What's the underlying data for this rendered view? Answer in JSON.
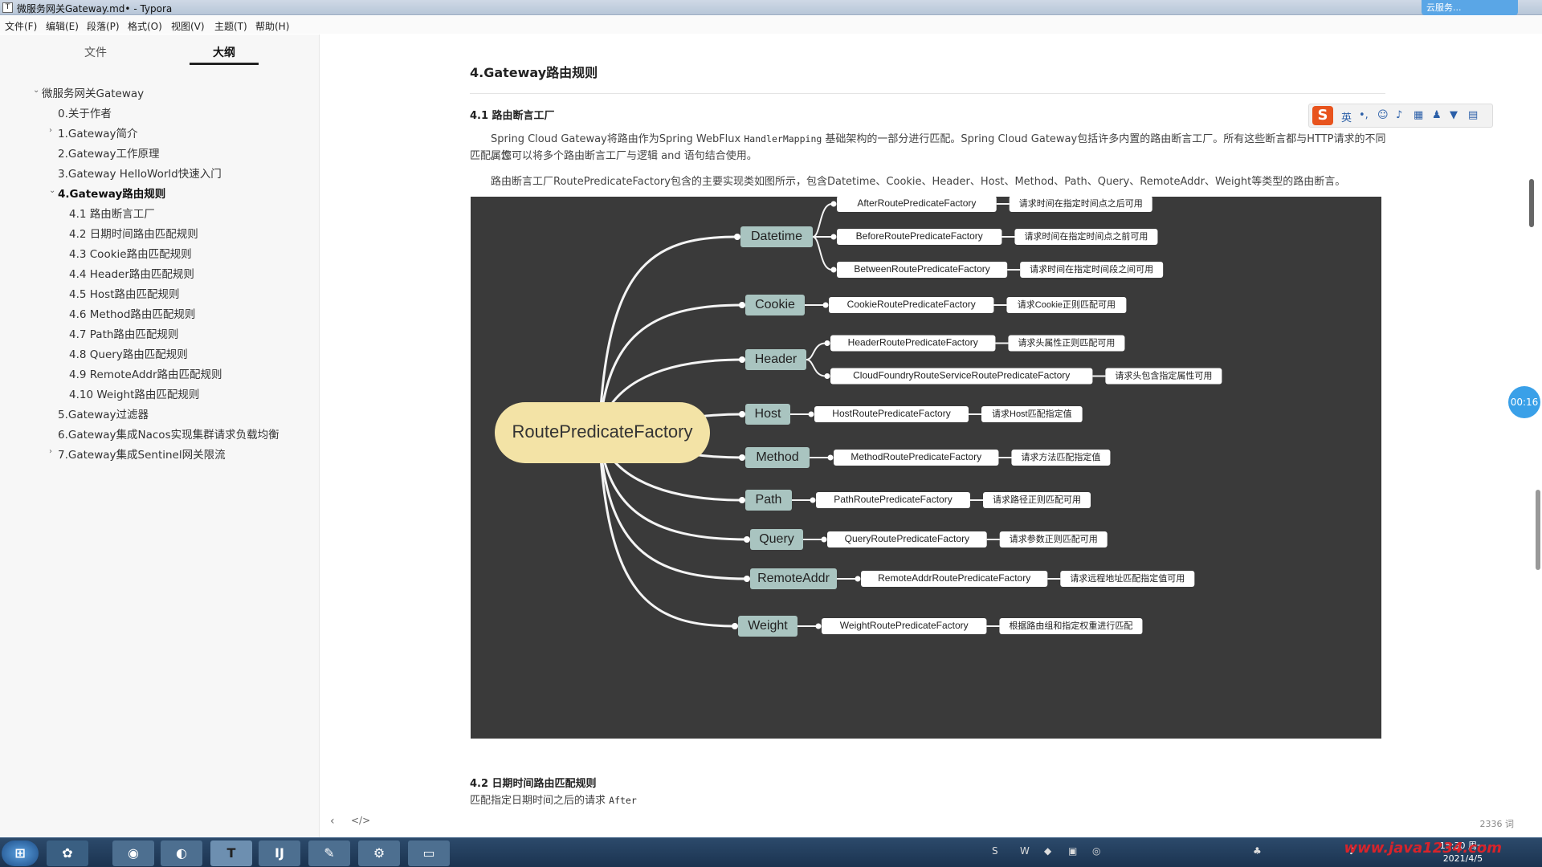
{
  "window": {
    "title": "微服务网关Gateway.md• - Typora",
    "app_icon": "T",
    "cloud_label": "云服务..."
  },
  "menu": [
    "文件(F)",
    "编辑(E)",
    "段落(P)",
    "格式(O)",
    "视图(V)",
    "主题(T)",
    "帮助(H)"
  ],
  "sidebar": {
    "tabs": [
      "文件",
      "大纲"
    ],
    "active_tab": "大纲",
    "outline": [
      {
        "label": "微服务网关Gateway",
        "level": 0,
        "caret": "v"
      },
      {
        "label": "0.关于作者",
        "level": 1
      },
      {
        "label": "1.Gateway简介",
        "level": 1,
        "caret": ">"
      },
      {
        "label": "2.Gateway工作原理",
        "level": 1
      },
      {
        "label": "3.Gateway HelloWorld快速入门",
        "level": 1
      },
      {
        "label": "4.Gateway路由规则",
        "level": 1,
        "caret": "v",
        "active": true
      },
      {
        "label": "4.1 路由断言工厂",
        "level": 2
      },
      {
        "label": "4.2 日期时间路由匹配规则",
        "level": 2
      },
      {
        "label": "4.3 Cookie路由匹配规则",
        "level": 2
      },
      {
        "label": "4.4 Header路由匹配规则",
        "level": 2
      },
      {
        "label": "4.5 Host路由匹配规则",
        "level": 2
      },
      {
        "label": "4.6 Method路由匹配规则",
        "level": 2
      },
      {
        "label": "4.7 Path路由匹配规则",
        "level": 2
      },
      {
        "label": "4.8 Query路由匹配规则",
        "level": 2
      },
      {
        "label": "4.9 RemoteAddr路由匹配规则",
        "level": 2
      },
      {
        "label": "4.10 Weight路由匹配规则",
        "level": 2
      },
      {
        "label": "5.Gateway过滤器",
        "level": 1
      },
      {
        "label": "6.Gateway集成Nacos实现集群请求负载均衡",
        "level": 1
      },
      {
        "label": "7.Gateway集成Sentinel网关限流",
        "level": 1,
        "caret": ">"
      }
    ]
  },
  "content": {
    "h2": "4.Gateway路由规则",
    "h3_1": "4.1 路由断言工厂",
    "p1_a": "Spring Cloud Gateway将路由作为Spring WebFlux ",
    "p1_code": "HandlerMapping",
    "p1_b": " 基础架构的一部分进行匹配。Spring Cloud Gateway包括许多内置的路由断言工厂。所有这些断言都与HTTP请求的不同属性",
    "p1_c": "匹配。您可以将多个路由断言工厂与逻辑 and 语句结合使用。",
    "p2": "路由断言工厂RoutePredicateFactory包含的主要实现类如图所示，包含Datetime、Cookie、Header、Host、Method、Path、Query、RemoteAddr、Weight等类型的路由断言。",
    "h3_2": "4.2 日期时间路由匹配规则",
    "p3": "匹配指定日期时间之后的请求 ",
    "p3_code": "After",
    "word_count": "2336 词",
    "timer": "00:16"
  },
  "ime_toolbar": {
    "logo": "S",
    "lang": "英"
  },
  "mindmap": {
    "root": "RoutePredicateFactory",
    "branches": [
      {
        "name": "Datetime",
        "leaves": [
          {
            "cls": "AfterRoutePredicateFactory",
            "desc": "请求时间在指定时间点之后可用"
          },
          {
            "cls": "BeforeRoutePredicateFactory",
            "desc": "请求时间在指定时间点之前可用"
          },
          {
            "cls": "BetweenRoutePredicateFactory",
            "desc": "请求时间在指定时间段之间可用"
          }
        ]
      },
      {
        "name": "Cookie",
        "leaves": [
          {
            "cls": "CookieRoutePredicateFactory",
            "desc": "请求Cookie正则匹配可用"
          }
        ]
      },
      {
        "name": "Header",
        "leaves": [
          {
            "cls": "HeaderRoutePredicateFactory",
            "desc": "请求头属性正则匹配可用"
          },
          {
            "cls": "CloudFoundryRouteServiceRoutePredicateFactory",
            "desc": "请求头包含指定属性可用"
          }
        ]
      },
      {
        "name": "Host",
        "leaves": [
          {
            "cls": "HostRoutePredicateFactory",
            "desc": "请求Host匹配指定值"
          }
        ]
      },
      {
        "name": "Method",
        "leaves": [
          {
            "cls": "MethodRoutePredicateFactory",
            "desc": "请求方法匹配指定值"
          }
        ]
      },
      {
        "name": "Path",
        "leaves": [
          {
            "cls": "PathRoutePredicateFactory",
            "desc": "请求路径正则匹配可用"
          }
        ]
      },
      {
        "name": "Query",
        "leaves": [
          {
            "cls": "QueryRoutePredicateFactory",
            "desc": "请求参数正则匹配可用"
          }
        ]
      },
      {
        "name": "RemoteAddr",
        "leaves": [
          {
            "cls": "RemoteAddrRoutePredicateFactory",
            "desc": "请求远程地址匹配指定值可用"
          }
        ]
      },
      {
        "name": "Weight",
        "leaves": [
          {
            "cls": "WeightRoutePredicateFactory",
            "desc": "根据路由组和指定权重进行匹配"
          }
        ]
      }
    ]
  },
  "taskbar": {
    "apps": [
      "start-orb",
      "chrome",
      "browser",
      "typora",
      "intellij",
      "compass",
      "settings",
      "explorer"
    ],
    "time": "15:30 周一",
    "date": "2021/4/5",
    "watermark": "www.java1234.com"
  },
  "colors": {
    "diagram_bg": "#3a3a3a",
    "root_fill": "#f3e3a6",
    "branch_fill": "#a9c4c0",
    "leaf_fill": "#ffffff",
    "sidebar_bg": "#f7f7f7"
  }
}
